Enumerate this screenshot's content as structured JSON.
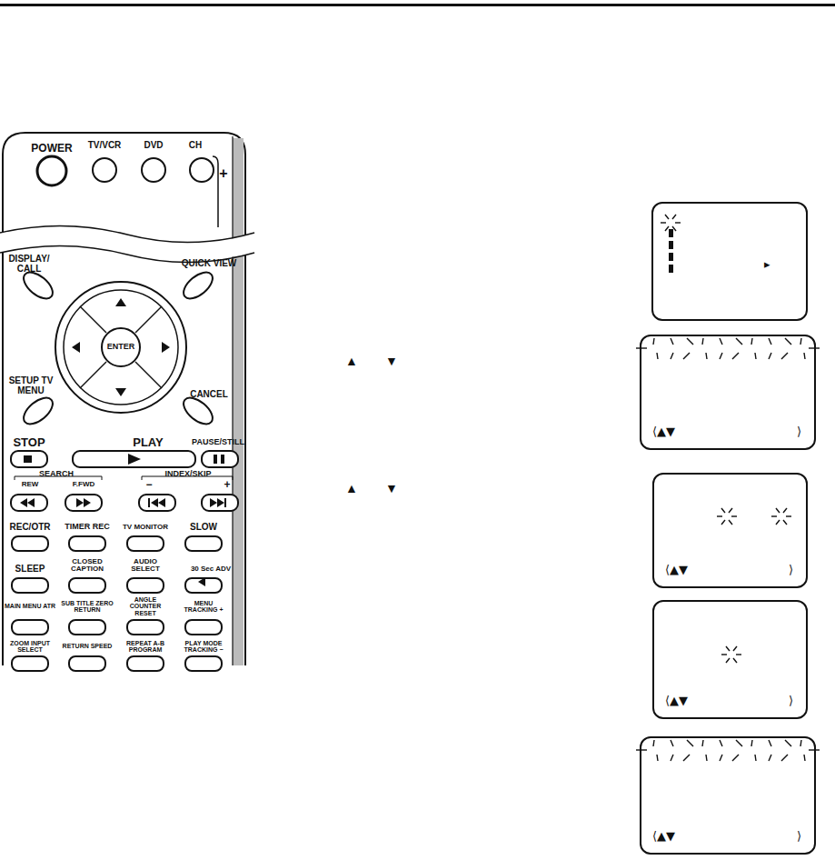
{
  "diagram": {
    "nodes": [
      {
        "text": [
          "▸"
        ]
      },
      {
        "text": [
          "⟨▲▼",
          "⟩"
        ]
      },
      {
        "text": [
          "⟨▲▼",
          "⟩"
        ]
      },
      {
        "text": [
          "⟨▲▼",
          "⟩"
        ]
      },
      {
        "text": [
          "⟨▲▼",
          "⟩"
        ]
      }
    ],
    "labels": [
      "POWER",
      "TV/VCR",
      "DVD",
      "CH",
      "+",
      "DISPLAY/ CALL",
      "QUICK VIEW",
      "ENTER",
      "SETUP TV MENU",
      "CANCEL",
      "STOP",
      "PLAY",
      "PAUSE/STILL",
      "SEARCH",
      "REW",
      "F.FWD",
      "INDEX/SKIP",
      "−",
      "+",
      "REC/OTR",
      "TIMER REC",
      "TV MONITOR",
      "SLOW",
      "SLEEP",
      "CLOSED CAPTION",
      "AUDIO SELECT",
      "30 Sec ADV",
      "MAIN MENU ATR",
      "SUB TITLE ZERO RETURN",
      "ANGLE COUNTER RESET",
      "MENU TRACKING +",
      "ZOOM INPUT SELECT",
      "RETURN SPEED",
      "REPEAT A-B PROGRAM",
      "PLAY MODE TRACKING −",
      "▲",
      "▼",
      "▲",
      "▼"
    ]
  }
}
